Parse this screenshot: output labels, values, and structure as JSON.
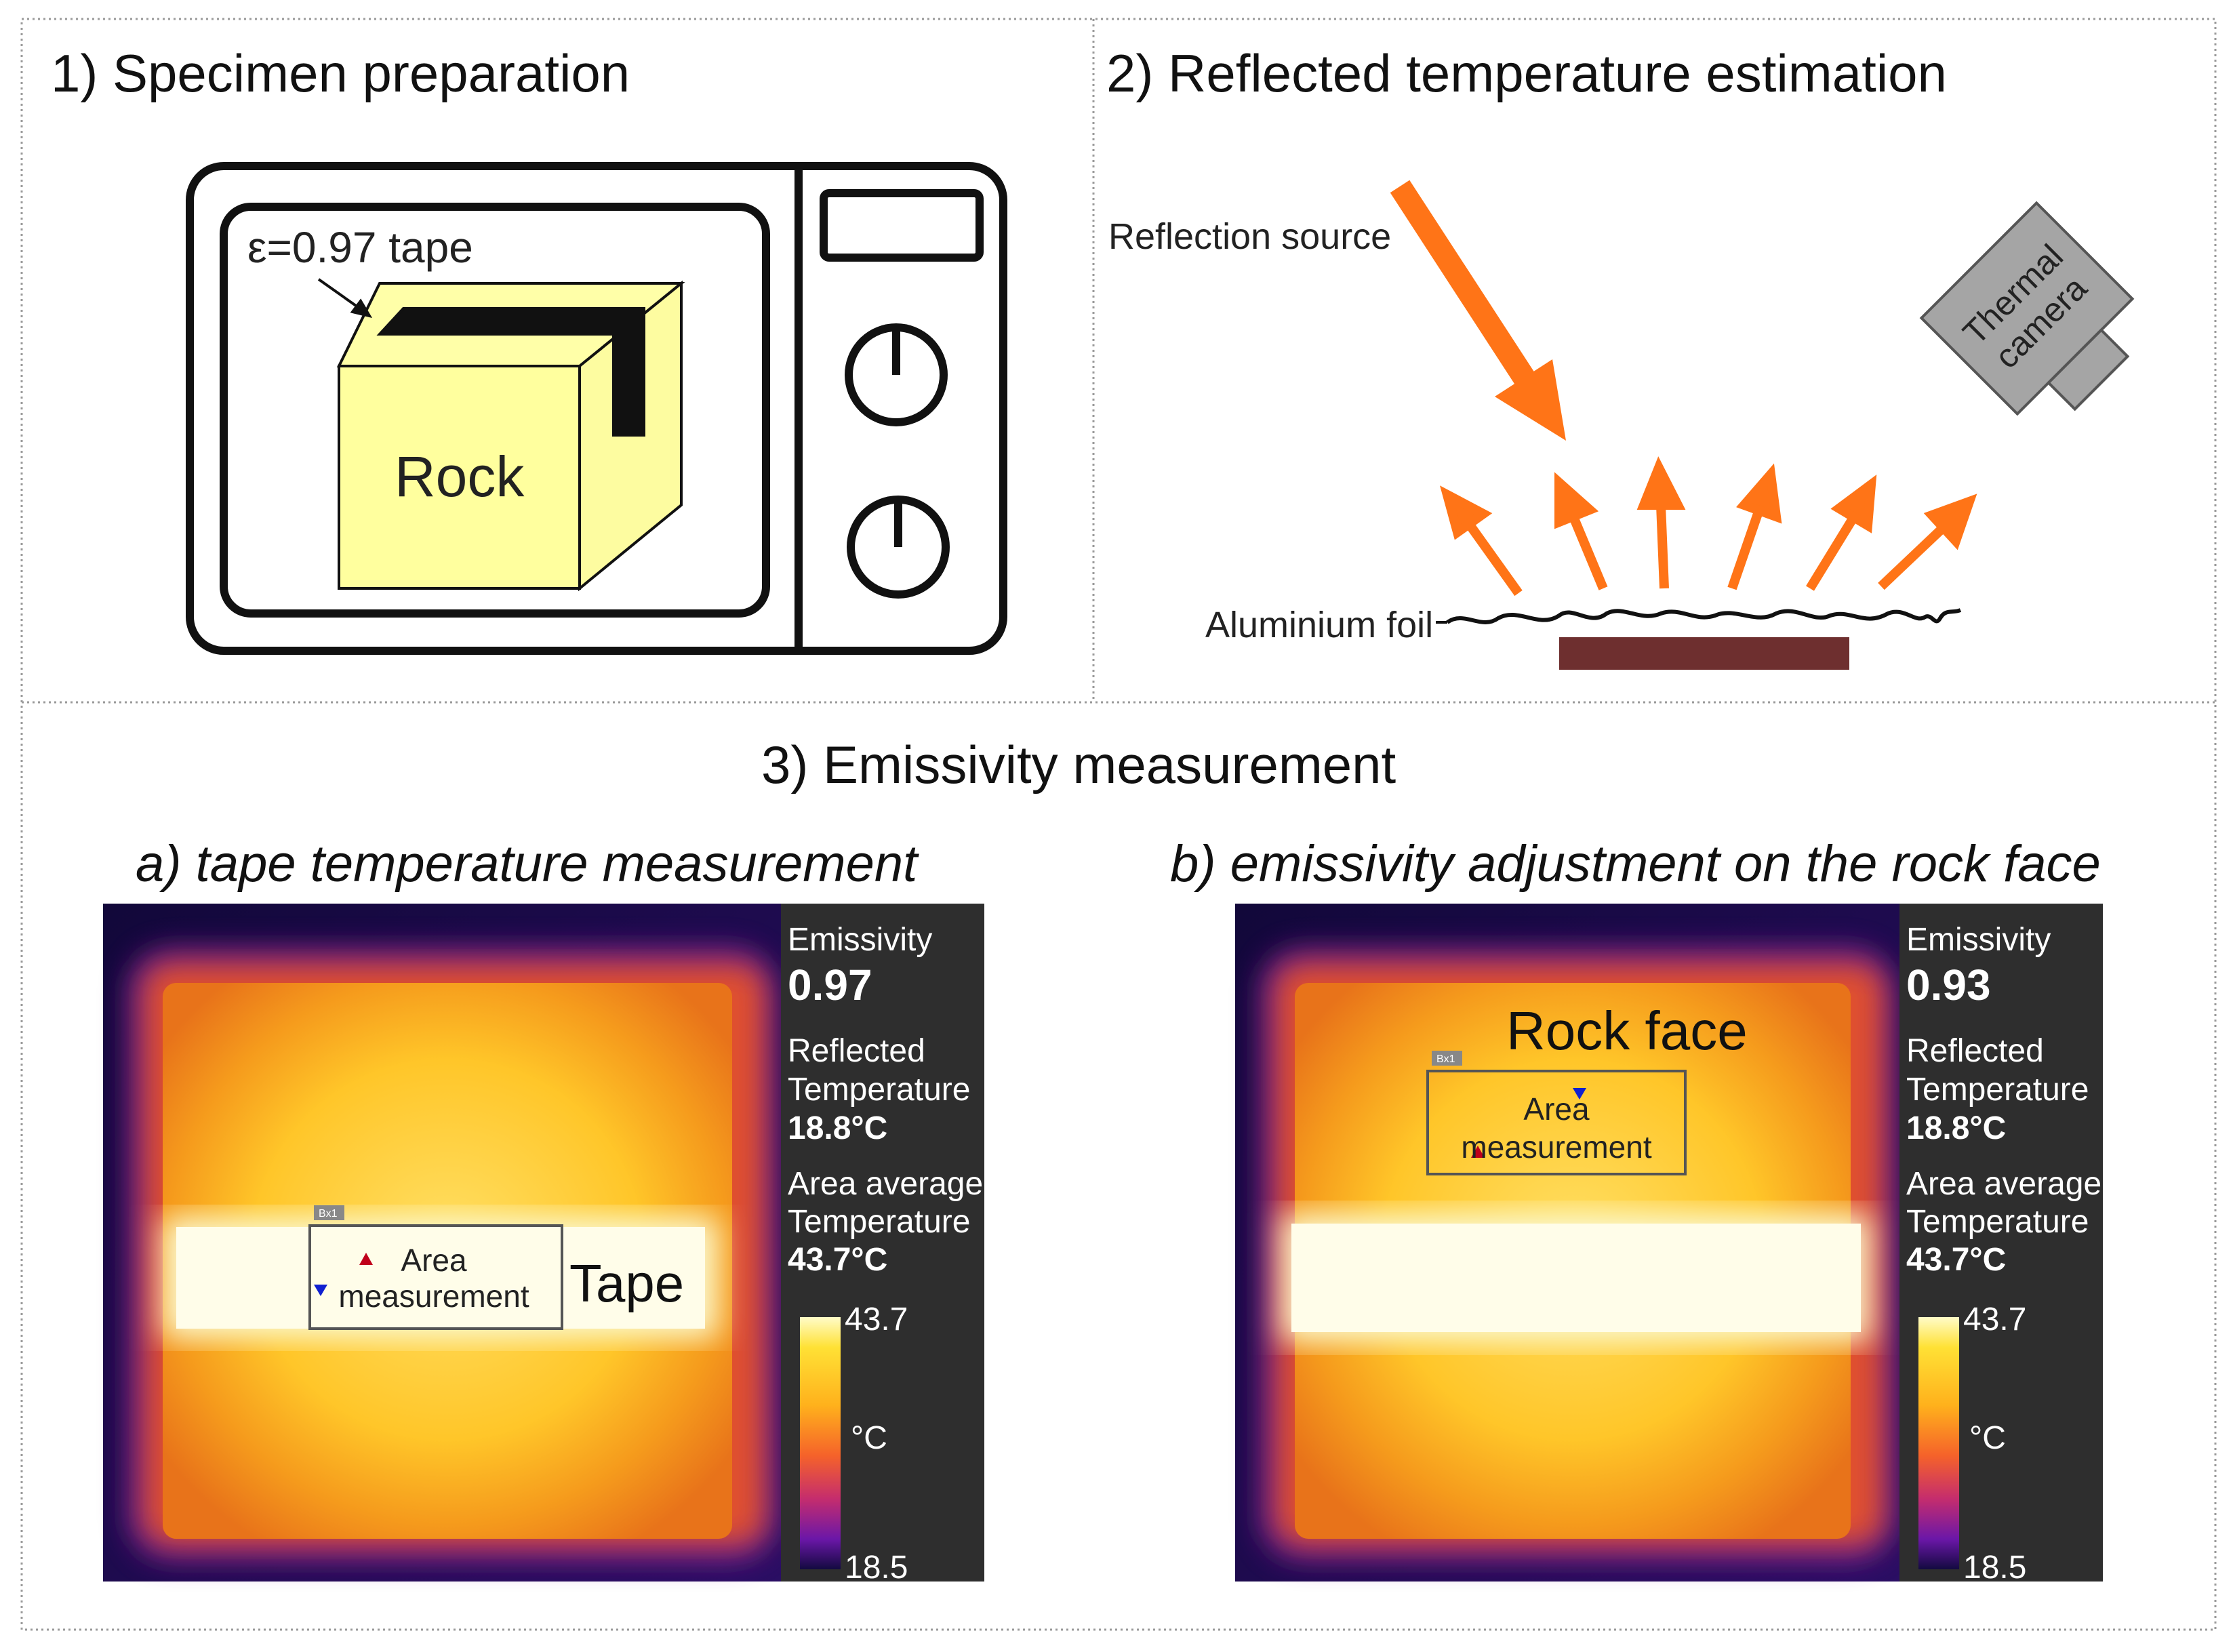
{
  "panel1": {
    "title": "1) Specimen preparation",
    "tape_label": "ε=0.97 tape",
    "rock_label": "Rock"
  },
  "panel2": {
    "title": "2) Reflected temperature estimation",
    "source_label": "Reflection source",
    "foil_label": "Aluminium foil",
    "camera_label_line1": "Thermal",
    "camera_label_line2": "camera",
    "colors": {
      "arrow": "#ff7417",
      "specimen": "#6e2f2f"
    }
  },
  "panel3": {
    "title": "3) Emissivity measurement",
    "a": {
      "title": "a) tape temperature measurement",
      "emissivity_label": "Emissivity",
      "emissivity_value": "0.97",
      "reflected_label_1": "Reflected",
      "reflected_label_2": "Temperature",
      "reflected_value": "18.8°C",
      "area_label_1": "Area average",
      "area_label_2": "Temperature",
      "area_value": "43.7°C",
      "scale_max": "43.7",
      "scale_unit": "°C",
      "scale_min": "18.5",
      "box_tag": "Bx1",
      "measure_line1": "Area",
      "measure_line2": "measurement",
      "annotation": "Tape"
    },
    "b": {
      "title": "b) emissivity adjustment on the rock face",
      "emissivity_label": "Emissivity",
      "emissivity_value": "0.93",
      "reflected_label_1": "Reflected",
      "reflected_label_2": "Temperature",
      "reflected_value": "18.8°C",
      "area_label_1": "Area average",
      "area_label_2": "Temperature",
      "area_value": "43.7°C",
      "scale_max": "43.7",
      "scale_unit": "°C",
      "scale_min": "18.5",
      "box_tag": "Bx1",
      "measure_line1": "Area",
      "measure_line2": "measurement",
      "annotation": "Rock face"
    }
  }
}
